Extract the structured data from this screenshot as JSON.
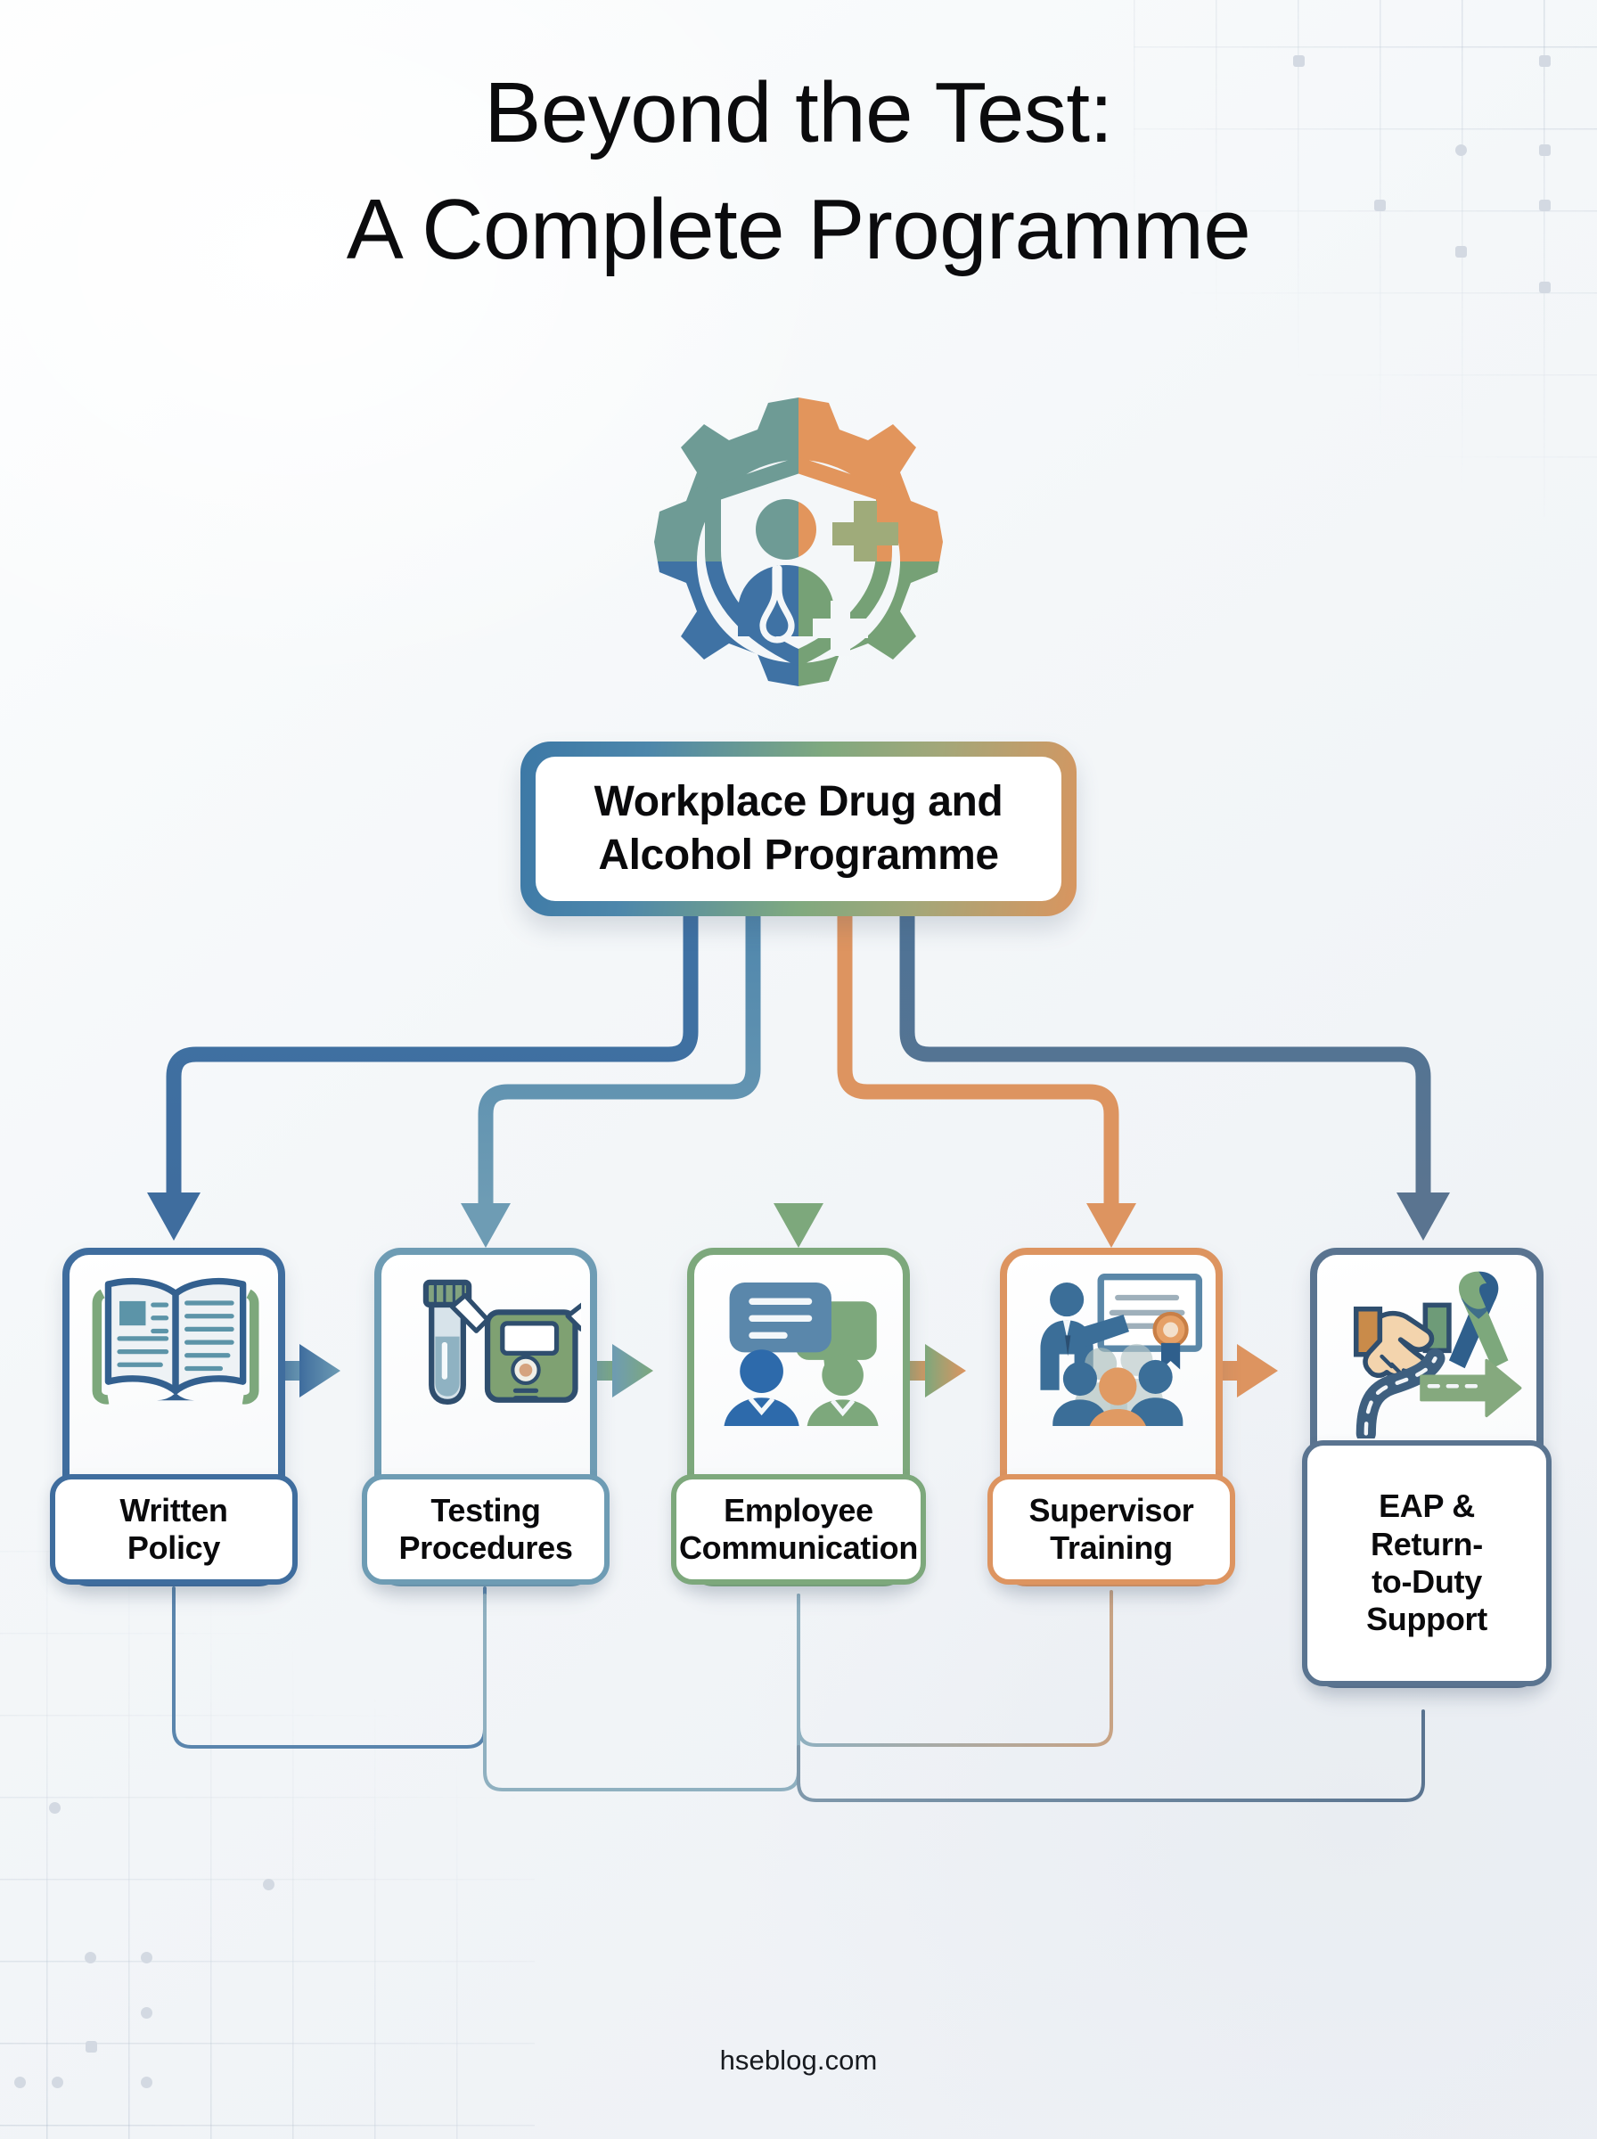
{
  "title": "Beyond the Test:\nA Complete Programme",
  "footer": "hseblog.com",
  "emblem": {
    "icon_name": "gear-shield-healthcare-emblem",
    "quadrant_colors": {
      "top_left": "#6e9b95",
      "top_right": "#e2955c",
      "bottom_left": "#3f72a4",
      "bottom_right": "#76a176"
    }
  },
  "master": {
    "label": "Workplace Drug and\nAlcohol Programme",
    "border_gradient": [
      "#3c78a6",
      "#7fa97f",
      "#d9955f"
    ]
  },
  "steps": [
    {
      "label": "Written\nPolicy",
      "icon_name": "open-book-icon",
      "color": "#3f6d9e",
      "connector_color": "#3f6d9e"
    },
    {
      "label": "Testing\nProcedures",
      "icon_name": "test-tube-breathalyzer-icon",
      "color": "#6e9cb4",
      "connector_color": "#6e9cb4"
    },
    {
      "label": "Employee\nCommunication",
      "icon_name": "people-speech-bubbles-icon",
      "color": "#7da87c",
      "connector_color": "#7da87c"
    },
    {
      "label": "Supervisor\nTraining",
      "icon_name": "presenter-audience-certificate-icon",
      "color": "#dd9460",
      "connector_color": "#dd9460"
    },
    {
      "label": "EAP &\nReturn-\nto-Duty\nSupport",
      "icon_name": "handshake-ribbon-road-arrow-icon",
      "color": "#5a7490",
      "connector_color": "#5a7490"
    }
  ],
  "sequence_arrows": [
    {
      "from": "Written Policy",
      "to": "Testing Procedures",
      "color": "#5587ad"
    },
    {
      "from": "Testing Procedures",
      "to": "Employee Communication",
      "color": "#75a293"
    },
    {
      "from": "Employee Communication",
      "to": "Supervisor Training",
      "color": "#a8a473"
    },
    {
      "from": "Supervisor Training",
      "to": "EAP & Return-to-Duty Support",
      "color": "#dd9460"
    }
  ],
  "feedback_loops": [
    {
      "from": "Written Policy",
      "to": "Testing Procedures",
      "color": "#5a85ad"
    },
    {
      "from": "Testing Procedures",
      "to": "Employee Communication",
      "color": "#8fb0c0"
    },
    {
      "from": "Employee Communication",
      "to": "Supervisor Training",
      "color": "#b99a78"
    },
    {
      "from": "EAP & Return-to-Duty Support",
      "to": "Employee Communication",
      "color": "#5a7490"
    }
  ],
  "background": {
    "grid_color": "#96a6ba",
    "page_gradient": [
      "#fdfefe",
      "#f4f7f9",
      "#eceff4"
    ]
  }
}
